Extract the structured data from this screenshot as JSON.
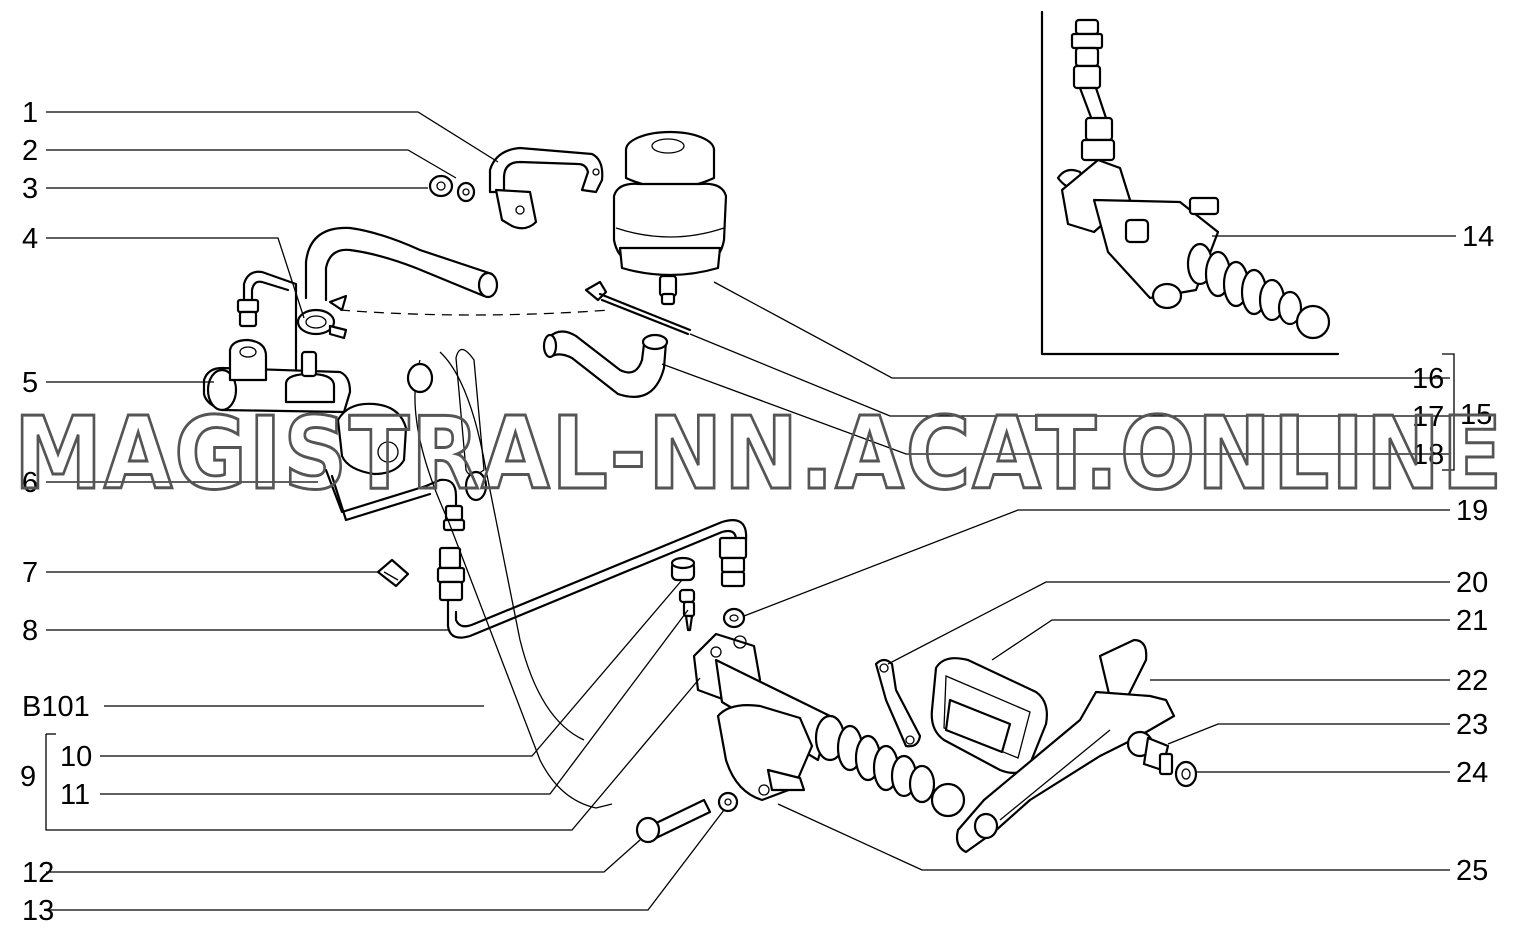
{
  "callouts": {
    "c1": "1",
    "c2": "2",
    "c3": "3",
    "c4": "4",
    "c5": "5",
    "c6": "6",
    "c7": "7",
    "c8": "8",
    "cB101": "B101",
    "c9": "9",
    "c10": "10",
    "c11": "11",
    "c12": "12",
    "c13": "13",
    "c14": "14",
    "c15": "15",
    "c16": "16",
    "c17": "17",
    "c18": "18",
    "c19": "19",
    "c20": "20",
    "c21": "21",
    "c22": "22",
    "c23": "23",
    "c24": "24",
    "c25": "25"
  },
  "watermark": "MAGISTRAL-NN.ACAT.ONLINE"
}
